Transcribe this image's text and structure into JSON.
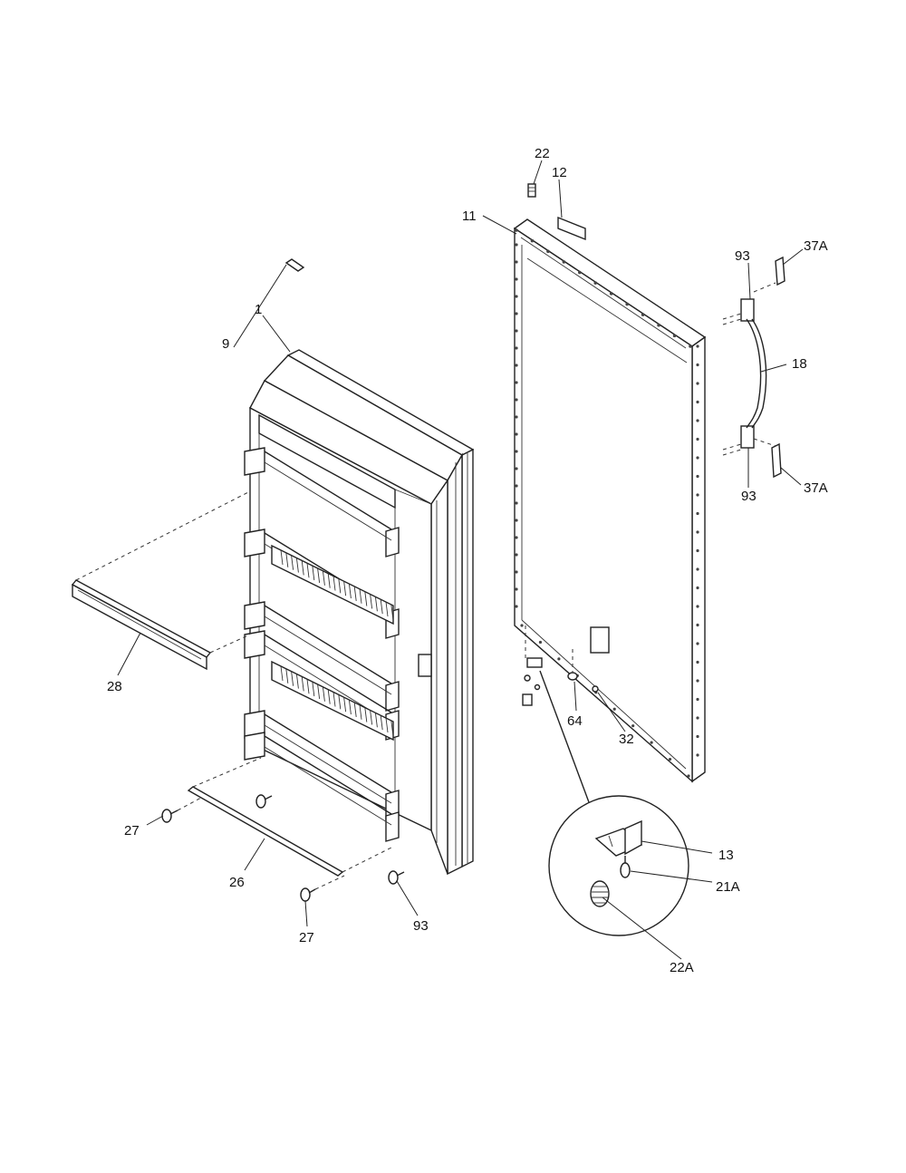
{
  "callouts": {
    "c1": "1",
    "c9": "9",
    "c11": "11",
    "c12": "12",
    "c22": "22",
    "c93_top": "93",
    "c37a_top": "37A",
    "c18": "18",
    "c93_mid": "93",
    "c37a_mid": "37A",
    "c28": "28",
    "c64": "64",
    "c32": "32",
    "c13": "13",
    "c21a": "21A",
    "c22a": "22A",
    "c27_left": "27",
    "c26": "26",
    "c27_bottom": "27",
    "c93_bottom": "93"
  }
}
